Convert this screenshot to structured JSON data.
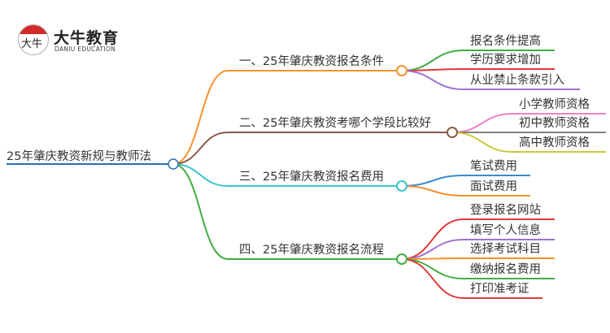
{
  "logo": {
    "mark_char": "大牛",
    "name_cn": "大牛教育",
    "name_en": "DANIU EDUCATION"
  },
  "root": {
    "label": "25年肇庆教资新规与教师法",
    "color": "#2a6db0"
  },
  "branches": [
    {
      "label": "一、25年肇庆教资报名条件",
      "color": "#f7912d",
      "children": [
        {
          "label": "报名条件提高",
          "color": "#3fae3f"
        },
        {
          "label": "学历要求增加",
          "color": "#e03a3a"
        },
        {
          "label": "从业禁止条款引入",
          "color": "#a070d0"
        }
      ]
    },
    {
      "label": "二、25年肇庆教资考哪个学段比较好",
      "color": "#8b5a4a",
      "children": [
        {
          "label": "小学教师资格",
          "color": "#ef80c8"
        },
        {
          "label": "初中教师资格",
          "color": "#808080"
        },
        {
          "label": "高中教师资格",
          "color": "#c8c83a"
        }
      ]
    },
    {
      "label": "三、25年肇庆教资报名费用",
      "color": "#3cc4d4",
      "children": [
        {
          "label": "笔试费用",
          "color": "#3a8ccc"
        },
        {
          "label": "面试费用",
          "color": "#f7912d"
        }
      ]
    },
    {
      "label": "四、25年肇庆教资报名流程",
      "color": "#3fae3f",
      "children": [
        {
          "label": "登录报名网站",
          "color": "#e03a3a"
        },
        {
          "label": "填写个人信息",
          "color": "#a070d0"
        },
        {
          "label": "选择考试科目",
          "color": "#f7912d"
        },
        {
          "label": "缴纳报名费用",
          "color": "#3fae3f"
        },
        {
          "label": "打印准考证",
          "color": "#e03a3a"
        }
      ]
    }
  ]
}
